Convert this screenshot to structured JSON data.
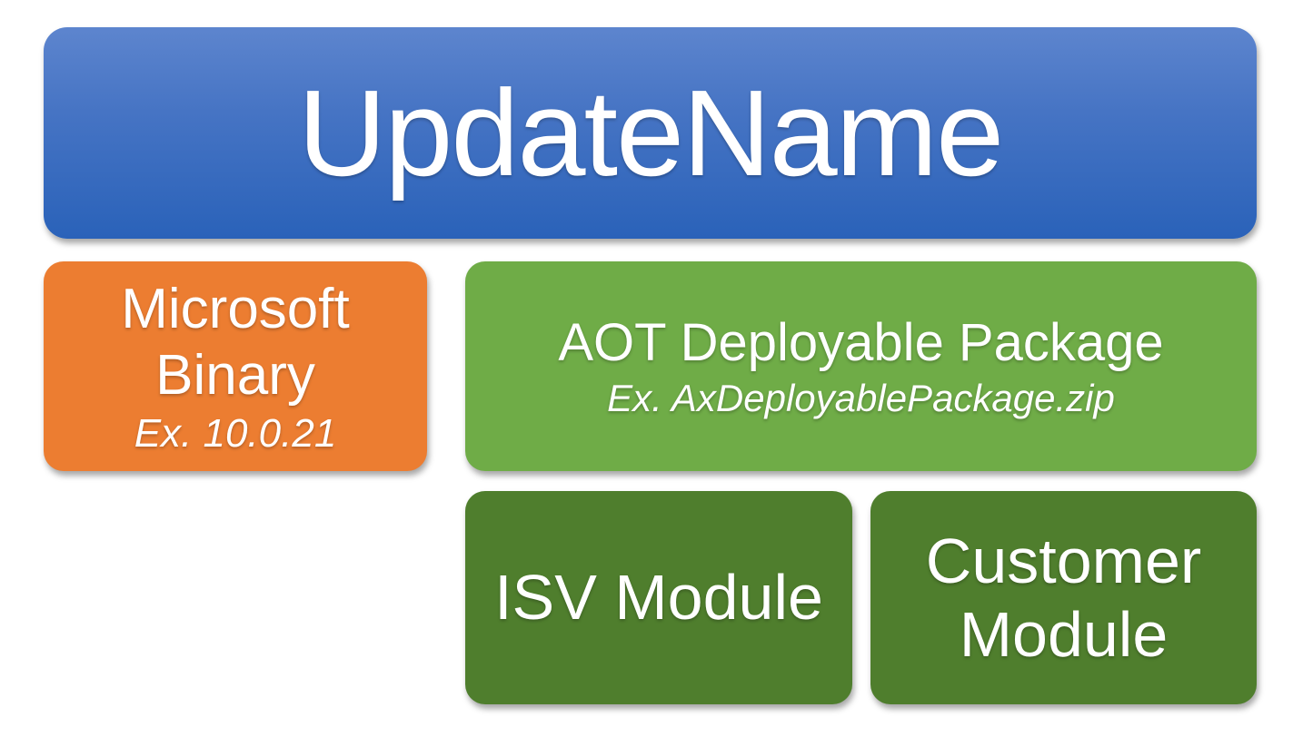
{
  "diagram": {
    "type": "block-diagram",
    "boxes": {
      "update_name": {
        "label": "UpdateName"
      },
      "microsoft_binary": {
        "title": "Microsoft Binary",
        "example": "Ex. 10.0.21"
      },
      "aot_package": {
        "title": "AOT Deployable Package",
        "example": "Ex. AxDeployablePackage.zip"
      },
      "isv_module": {
        "label": "ISV Module"
      },
      "customer_module": {
        "label": "Customer Module"
      }
    },
    "colors": {
      "blue_gradient_top": "#5d85ce",
      "blue_gradient_bottom": "#2a62b9",
      "orange": "#ec7d31",
      "light_green": "#6fac47",
      "dark_green": "#4f7e2d",
      "text": "#ffffff",
      "background": "#ffffff"
    }
  }
}
